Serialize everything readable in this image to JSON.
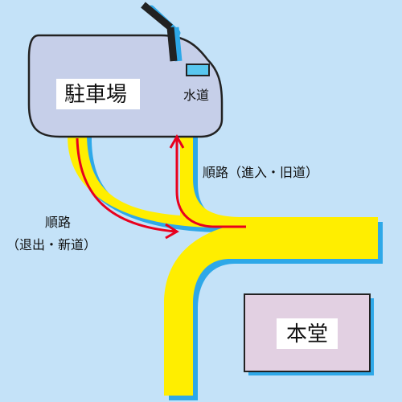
{
  "map": {
    "labels": {
      "parking": "駐車場",
      "water": "水道",
      "route_in": "順路（進入・旧道）",
      "route_out_line1": "順路",
      "route_out_line2": "（退出・新道）",
      "main_hall": "本堂"
    },
    "colors": {
      "background": "#c4e2f8",
      "parking_lot": "#c6cfe9",
      "road": "#ffee00",
      "road_shadow": "#2ea8e8",
      "route_arrow": "#e8001e",
      "main_hall": "#e2d0e2",
      "water_box": "#59c6ee",
      "outline": "#222222"
    }
  }
}
